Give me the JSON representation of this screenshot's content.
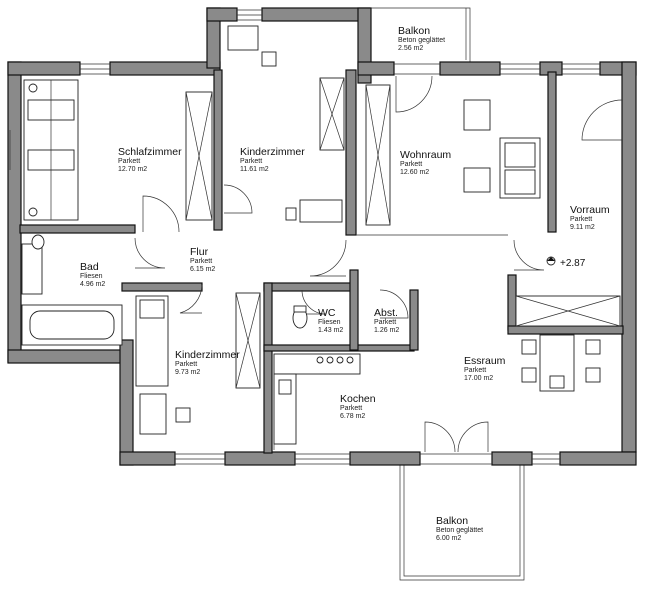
{
  "rooms": {
    "balkon_top": {
      "name": "Balkon",
      "material": "Beton geglättet",
      "area": "2.56 m2"
    },
    "schlafzimmer": {
      "name": "Schlafzimmer",
      "material": "Parkett",
      "area": "12.70 m2"
    },
    "kinderzimmer_top": {
      "name": "Kinderzimmer",
      "material": "Parkett",
      "area": "11.61 m2"
    },
    "wohnraum": {
      "name": "Wohnraum",
      "material": "Parkett",
      "area": "12.60 m2"
    },
    "vorraum": {
      "name": "Vorraum",
      "material": "Parkett",
      "area": "9.11 m2"
    },
    "flur": {
      "name": "Flur",
      "material": "Parkett",
      "area": "6.15 m2"
    },
    "bad": {
      "name": "Bad",
      "material": "Fliesen",
      "area": "4.96 m2"
    },
    "wc": {
      "name": "WC",
      "material": "Fliesen",
      "area": "1.43 m2"
    },
    "abst": {
      "name": "Abst.",
      "material": "Parkett",
      "area": "1.26 m2"
    },
    "kinderzimmer_bottom": {
      "name": "Kinderzimmer",
      "material": "Parkett",
      "area": "9.73 m2"
    },
    "kochen": {
      "name": "Kochen",
      "material": "Parkett",
      "area": "6.78 m2"
    },
    "essraum": {
      "name": "Essraum",
      "material": "Parkett",
      "area": "17.00 m2"
    },
    "balkon_bottom": {
      "name": "Balkon",
      "material": "Beton geglättet",
      "area": "6.00 m2"
    }
  },
  "level_mark": "+2.87"
}
